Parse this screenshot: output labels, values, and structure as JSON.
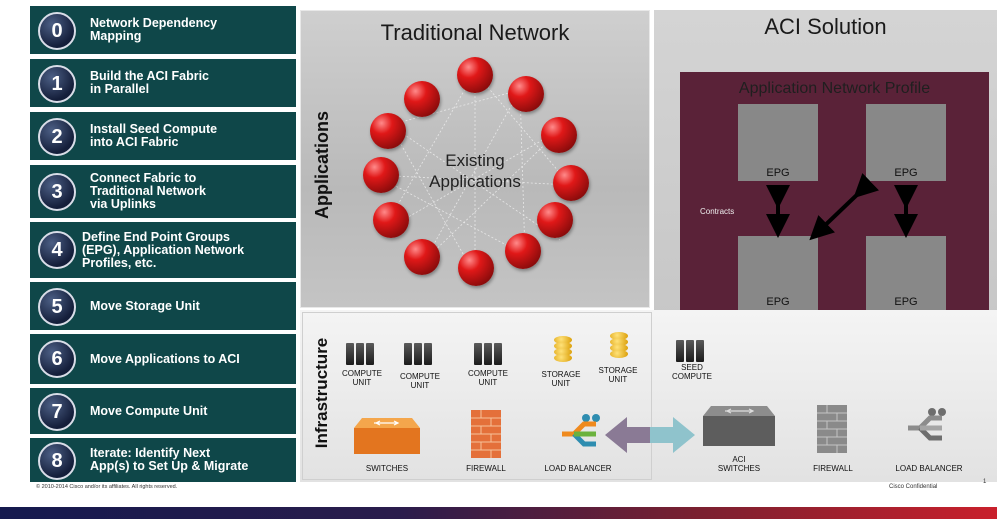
{
  "steps": [
    {
      "num": "0",
      "label": "Network Dependency\nMapping"
    },
    {
      "num": "1",
      "label": "Build the ACI Fabric\nin Parallel"
    },
    {
      "num": "2",
      "label": "Install Seed Compute\ninto ACI Fabric"
    },
    {
      "num": "3",
      "label": "Connect Fabric to\nTraditional Network\nvia Uplinks"
    },
    {
      "num": "4",
      "label": "Define End Point Groups\n(EPG), Application Network\nProfiles, etc."
    },
    {
      "num": "5",
      "label": "Move Storage Unit"
    },
    {
      "num": "6",
      "label": "Move Applications to ACI"
    },
    {
      "num": "7",
      "label": "Move Compute Unit"
    },
    {
      "num": "8",
      "label": "Iterate: Identify Next\nApp(s) to Set Up & Migrate"
    }
  ],
  "traditional": {
    "title": "Traditional Network",
    "applications_label": "Applications",
    "center_label": "Existing\nApplications"
  },
  "aci": {
    "title": "ACI Solution",
    "profile_title": "Application Network Profile",
    "epgs": [
      "EPG",
      "EPG",
      "EPG",
      "EPG"
    ],
    "contracts_label": "Contracts"
  },
  "infrastructure": {
    "label": "Infrastructure",
    "compute_units": [
      "COMPUTE\nUNIT",
      "COMPUTE\nUNIT",
      "COMPUTE\nUNIT"
    ],
    "storage_units": [
      "STORAGE\nUNIT",
      "STORAGE\nUNIT"
    ],
    "seed_compute": "SEED\nCOMPUTE",
    "switches": "SWITCHES",
    "firewall": "FIREWALL",
    "load_balancer": "LOAD BALANCER",
    "aci_switches": "ACI\nSWITCHES",
    "aci_firewall": "FIREWALL",
    "aci_load_balancer": "LOAD BALANCER"
  },
  "footer": {
    "copyright": "© 2010-2014  Cisco and/or its affiliates.  All rights reserved.",
    "confidential": "Cisco Confidential",
    "page": "1"
  },
  "colors": {
    "step_bg": "#0f4749",
    "bubble": "#1c2a4d",
    "anp_bg": "#5a2238",
    "epg": "#888888",
    "app_ball": "#d11a1a"
  }
}
